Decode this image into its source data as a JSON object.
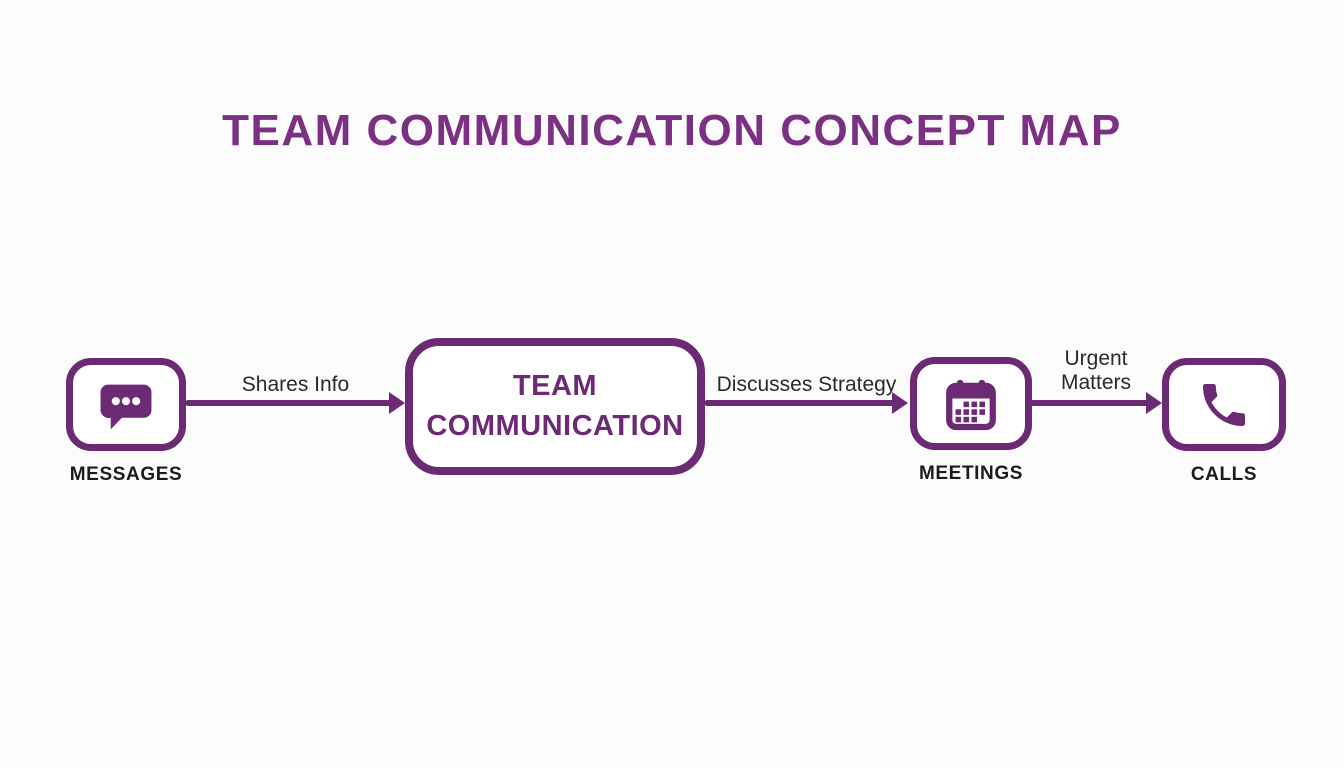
{
  "title": "TEAM COMMUNICATION CONCEPT MAP",
  "colors": {
    "purple": "#6d2a74",
    "title": "#7b3084",
    "label_text": "#1c1c1c",
    "edge_text": "#2a2a2a",
    "background": "#fcfcfd"
  },
  "center_node": {
    "label": "TEAM COMMUNICATION"
  },
  "nodes": [
    {
      "id": "messages",
      "label": "MESSAGES",
      "icon": "chat-bubble-icon"
    },
    {
      "id": "meetings",
      "label": "MEETINGS",
      "icon": "calendar-icon"
    },
    {
      "id": "calls",
      "label": "CALLS",
      "icon": "phone-icon"
    }
  ],
  "edges": [
    {
      "from": "MESSAGES",
      "to": "TEAM COMMUNICATION",
      "label": "Shares Info"
    },
    {
      "from": "TEAM COMMUNICATION",
      "to": "MEETINGS",
      "label": "Discusses Strategy"
    },
    {
      "from": "MEETINGS",
      "to": "CALLS",
      "label": "Urgent Matters"
    }
  ]
}
